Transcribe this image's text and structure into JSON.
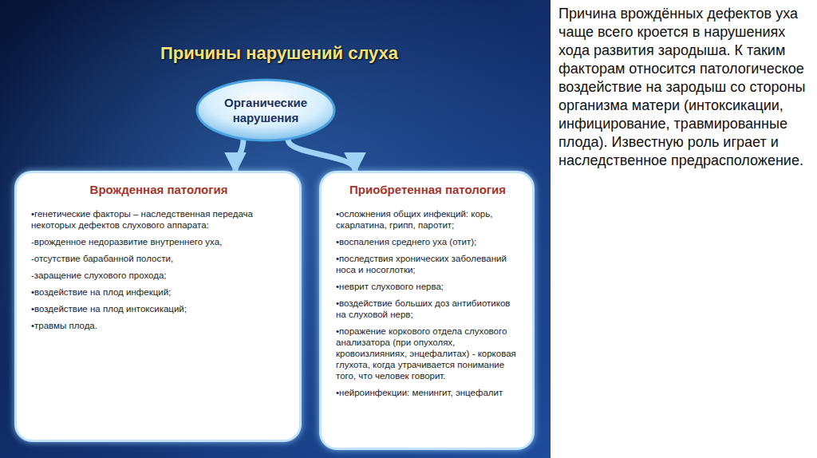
{
  "diagram": {
    "title": "Причины нарушений слуха",
    "nodes": [
      {
        "text": [
          "Органические нарушения"
        ]
      },
      {
        "text": [
          "Врожденная патология",
          "•генетические факторы – наследственная передача некоторых дефектов слухового аппарата:",
          "-врожденное недоразвитие внутреннего уха,",
          "-отсутствие барабанной полости,",
          "-заращение слухового прохода;",
          "•воздействие на плод инфекций;",
          "•воздействие на плод интоксикаций;",
          "•травмы плода."
        ]
      },
      {
        "text": [
          "Приобретенная патология",
          "•осложнения общих инфекций: корь, скарлатина, грипп, паротит;",
          "•воспаления среднего уха (отит);",
          "•последствия хронических заболеваний носа и носоглотки;",
          "•неврит слухового нерва;",
          "•воздействие больших доз антибиотиков на слуховой нерв;",
          "•поражение коркового отдела слухового анализатора (при опухолях, кровоизлияниях, энцефалитах) - корковая глухота, когда утрачивается понимание того, что человек говорит.",
          "•нейроинфекции: менингит, энцефалит"
        ]
      }
    ],
    "edges": [
      {
        "from": 0,
        "to": 1,
        "arrow": "to"
      },
      {
        "from": 0,
        "to": 2,
        "arrow": "to"
      }
    ],
    "labels": [
      "Причина врождённых дефектов уха чаще всего кроется в нарушениях хода развития зародыша. К таким факторам относится патологическое воздействие на зародыш со стороны организма матери (интоксикации, инфицирование, травмированные плода). Известную роль играет и наследственное предрасположение."
    ]
  }
}
